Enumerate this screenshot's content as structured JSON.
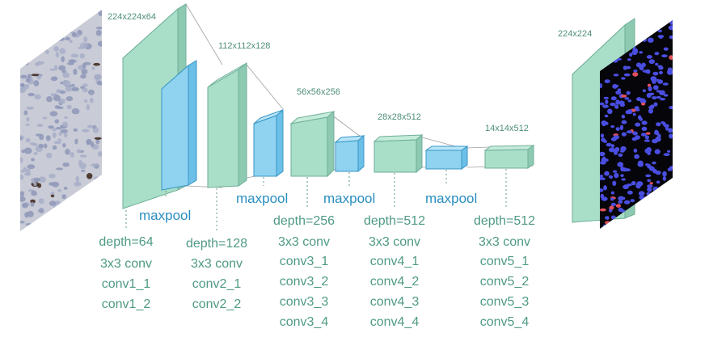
{
  "dims": {
    "d1": "224x224x64",
    "d2": "112x112x128",
    "d3": "56x56x256",
    "d4": "28x28x512",
    "d5": "14x14x512",
    "out": "224x224"
  },
  "pool_label": "maxpool",
  "blocks": [
    {
      "lines": [
        "depth=64",
        "3x3 conv",
        "conv1_1",
        "conv1_2"
      ]
    },
    {
      "lines": [
        "depth=128",
        "3x3 conv",
        "conv2_1",
        "conv2_2"
      ]
    },
    {
      "lines": [
        "depth=256",
        "3x3 conv",
        "conv3_1",
        "conv3_2",
        "conv3_3",
        "conv3_4"
      ]
    },
    {
      "lines": [
        "depth=512",
        "3x3 conv",
        "conv4_1",
        "conv4_2",
        "conv4_3",
        "conv4_4"
      ]
    },
    {
      "lines": [
        "depth=512",
        "3x3 conv",
        "conv5_1",
        "conv5_2",
        "conv5_3",
        "conv5_4"
      ]
    }
  ],
  "colors": {
    "conv_green": "#a9dfc9",
    "pool_blue": "#8fd3f0",
    "nuclei_blue": "#4a4ee0",
    "nuclei_red": "#e0505a",
    "mask_bg": "#05050a"
  }
}
